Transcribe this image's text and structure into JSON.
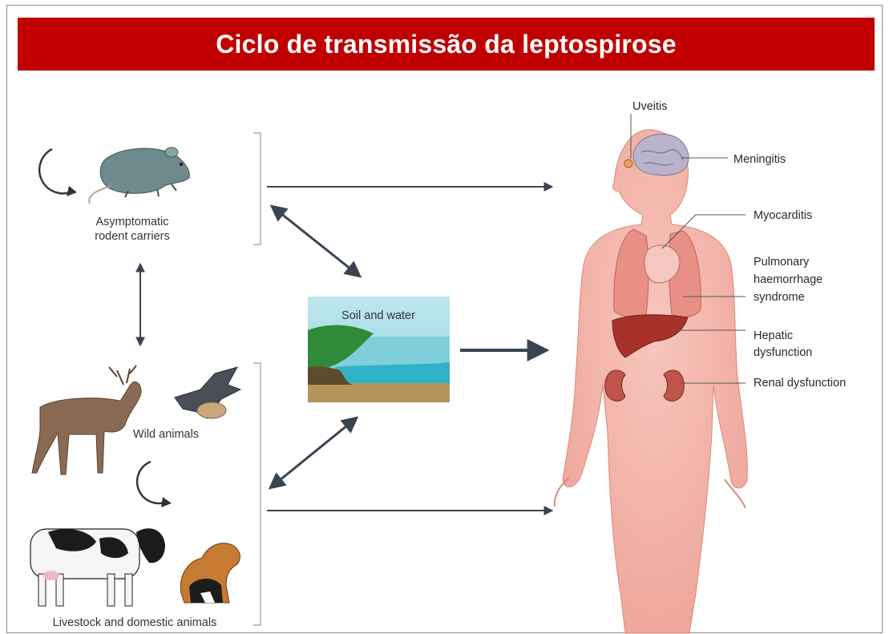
{
  "title": "Ciclo de transmissão da leptospirose",
  "sources": {
    "rodents": [
      "Asymptomatic",
      "rodent carriers"
    ],
    "wild": "Wild animals",
    "livestock": "Livestock and domestic animals",
    "environment": "Soil and water"
  },
  "outcomes": [
    {
      "key": "uveitis",
      "lines": [
        "Uveitis"
      ]
    },
    {
      "key": "meningitis",
      "lines": [
        "Meningitis"
      ]
    },
    {
      "key": "myocarditis",
      "lines": [
        "Myocarditis"
      ]
    },
    {
      "key": "pulmonary",
      "lines": [
        "Pulmonary",
        "haemorrhage",
        "syndrome"
      ]
    },
    {
      "key": "hepatic",
      "lines": [
        "Hepatic",
        "dysfunction"
      ]
    },
    {
      "key": "renal",
      "lines": [
        "Renal dysfunction"
      ]
    }
  ],
  "colors": {
    "banner": "#c00000",
    "arrow": "#3a4450",
    "skin": "#f2b3a8",
    "water": "#2fb3c6",
    "soil": "#b5935a",
    "grass": "#2f8a3a"
  }
}
